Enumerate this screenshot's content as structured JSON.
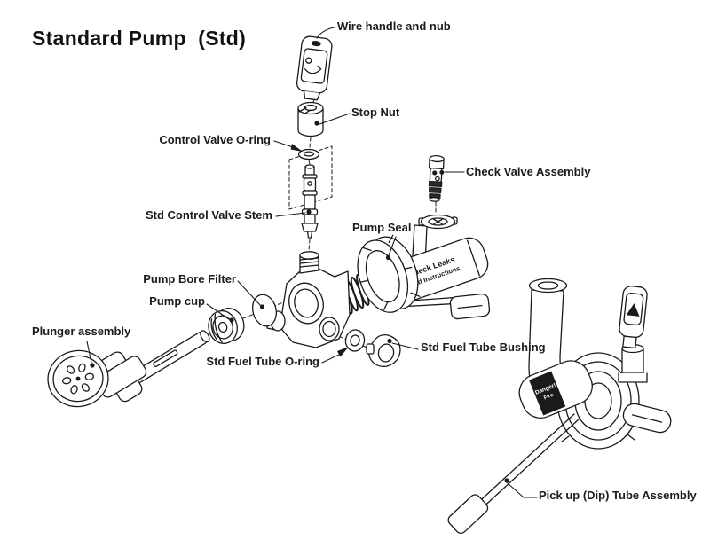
{
  "title": "Standard Pump  (Std)",
  "labels": {
    "wire_handle": "Wire handle and nub",
    "stop_nut": "Stop Nut",
    "control_valve_oring": "Control Valve O-ring",
    "check_valve": "Check Valve Assembly",
    "std_control_valve_stem": "Std Control Valve Stem",
    "pump_seal": "Pump Seal",
    "pump_bore_filter": "Pump Bore Filter",
    "pump_cup": "Pump cup",
    "plunger_assembly": "Plunger assembly",
    "std_fuel_tube_oring": "Std Fuel Tube O-ring",
    "std_fuel_tube_bushing": "Std Fuel Tube Bushing",
    "pickup_tube": "Pick up (Dip) Tube Assembly"
  },
  "part_markings": {
    "barrel_line1": "Check Leaks",
    "barrel_line2": "Read Instructions",
    "warning_line1": "Danger!",
    "warning_line2": "Fire"
  },
  "colors": {
    "line": "#1a1a1a",
    "text": "#1c1c1c",
    "background": "#ffffff"
  }
}
